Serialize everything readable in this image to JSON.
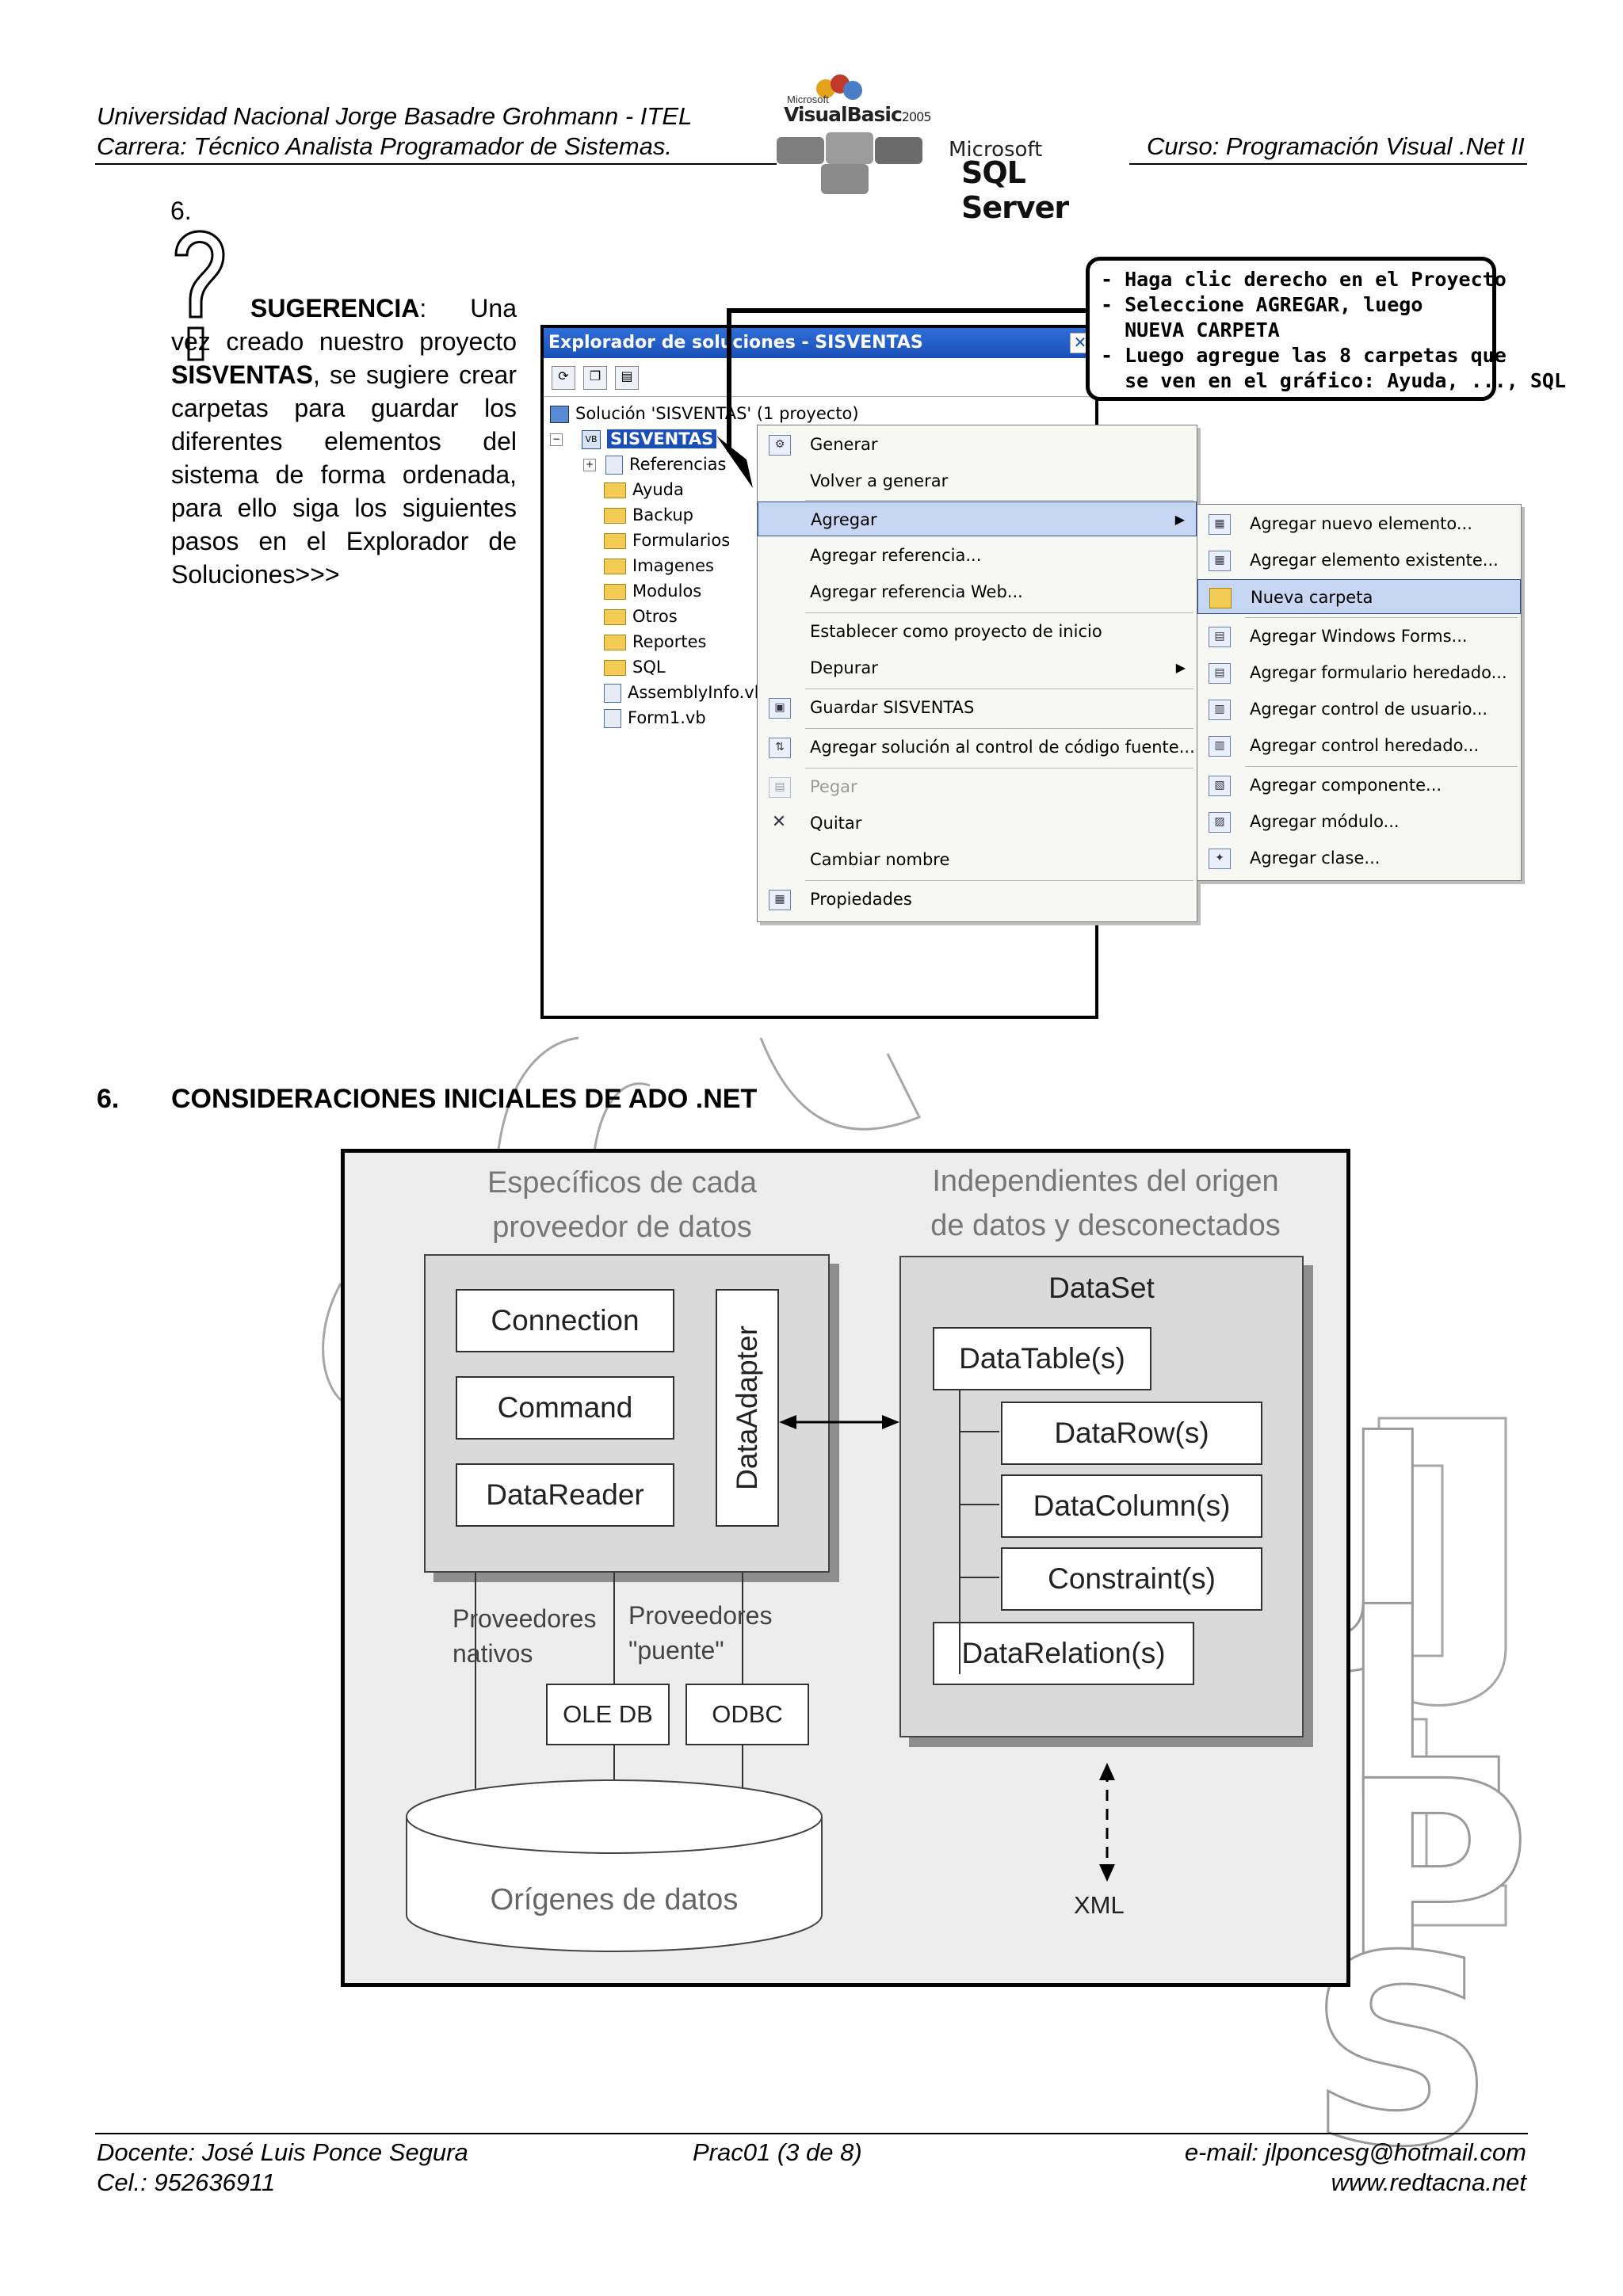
{
  "header": {
    "university": "Universidad Nacional Jorge Basadre Grohmann - ITEL",
    "career": "Carrera: Técnico Analista Programador de Sistemas.",
    "course": "Curso: Programación Visual .Net II",
    "logo_vb_top": "Microsoft",
    "logo_vb": "VisualBasic",
    "logo_vb_year": "2005",
    "logo_ms": "Microsoft",
    "logo_sql": "SQL Server"
  },
  "step_number": "6.",
  "tip": {
    "label": "SUGERENCIA",
    "text_1": ": Una vez creado nuestro proyecto ",
    "project": "SISVENTAS",
    "text_2": ", se sugiere crear carpetas para guardar los diferentes elementos del sistema de forma ordenada, para ello siga los siguientes pasos en el Explorador de Soluciones>>>"
  },
  "explorer": {
    "title": "Explorador de soluciones - SISVENTAS",
    "close": "✕",
    "solution": "Solución 'SISVENTAS' (1 proyecto)",
    "project": "SISVENTAS",
    "items": [
      "Referencias",
      "Ayuda",
      "Backup",
      "Formularios",
      "Imagenes",
      "Modulos",
      "Otros",
      "Reportes",
      "SQL",
      "AssemblyInfo.vb",
      "Form1.vb"
    ]
  },
  "context_menu": {
    "items": [
      {
        "label": "Generar",
        "icon": "build-icon"
      },
      {
        "label": "Volver a generar",
        "icon": ""
      },
      {
        "label": "Agregar",
        "icon": "",
        "submenu": true,
        "selected": true
      },
      {
        "label": "Agregar referencia...",
        "icon": ""
      },
      {
        "label": "Agregar referencia Web...",
        "icon": ""
      },
      {
        "label": "Establecer como proyecto de inicio",
        "icon": ""
      },
      {
        "label": "Depurar",
        "icon": "",
        "submenu": true
      },
      {
        "label": "Guardar SISVENTAS",
        "icon": "save-icon"
      },
      {
        "label": "Agregar solución al control de código fuente...",
        "icon": "source-control-icon"
      },
      {
        "label": "Pegar",
        "icon": "paste-icon",
        "disabled": true
      },
      {
        "label": "Quitar",
        "icon": "remove-icon"
      },
      {
        "label": "Cambiar nombre",
        "icon": ""
      },
      {
        "label": "Propiedades",
        "icon": "properties-icon"
      }
    ]
  },
  "submenu": {
    "items": [
      {
        "label": "Agregar nuevo elemento...",
        "icon": "new-item-icon"
      },
      {
        "label": "Agregar elemento existente...",
        "icon": "existing-item-icon"
      },
      {
        "label": "Nueva carpeta",
        "icon": "new-folder-icon",
        "selected": true
      },
      {
        "label": "Agregar Windows Forms...",
        "icon": "windows-form-icon"
      },
      {
        "label": "Agregar formulario heredado...",
        "icon": "inherited-form-icon"
      },
      {
        "label": "Agregar control de usuario...",
        "icon": "user-control-icon"
      },
      {
        "label": "Agregar control heredado...",
        "icon": "inherited-control-icon"
      },
      {
        "label": "Agregar componente...",
        "icon": "component-icon"
      },
      {
        "label": "Agregar módulo...",
        "icon": "module-icon"
      },
      {
        "label": "Agregar clase...",
        "icon": "class-icon"
      }
    ]
  },
  "callout": {
    "line1": "- Haga clic derecho en el Proyecto",
    "line2": "- Seleccione AGREGAR, luego",
    "line3": "  NUEVA CARPETA",
    "line4": "- Luego agregue las 8 carpetas que",
    "line5": "  se ven en el gráfico: Ayuda, ..., SQL"
  },
  "section": {
    "number": "6.",
    "title": "CONSIDERACIONES INICIALES DE ADO .NET"
  },
  "diagram": {
    "left_title_1": "Específicos de cada",
    "left_title_2": "proveedor de datos",
    "right_title_1": "Independientes del origen",
    "right_title_2": "de datos y desconectados",
    "connection": "Connection",
    "command": "Command",
    "datareader": "DataReader",
    "dataadapter": "DataAdapter",
    "dataset": "DataSet",
    "datatable": "DataTable(s)",
    "datarow": "DataRow(s)",
    "datacolumn": "DataColumn(s)",
    "constraint": "Constraint(s)",
    "datarelation": "DataRelation(s)",
    "native_1": "Proveedores",
    "native_2": "nativos",
    "bridge_1": "Proveedores",
    "bridge_2": "\"puente\"",
    "oledb": "OLE DB",
    "odbc": "ODBC",
    "sources": "Orígenes de datos",
    "xml": "XML"
  },
  "watermark": {
    "letters": "JLPS"
  },
  "footer": {
    "teacher": "Docente: José Luis Ponce Segura",
    "phone": "Cel.: 952636911",
    "page": "Prac01 (3 de 8)",
    "email": "e-mail: jlponcesg@hotmail.com",
    "web": "www.redtacna.net"
  }
}
